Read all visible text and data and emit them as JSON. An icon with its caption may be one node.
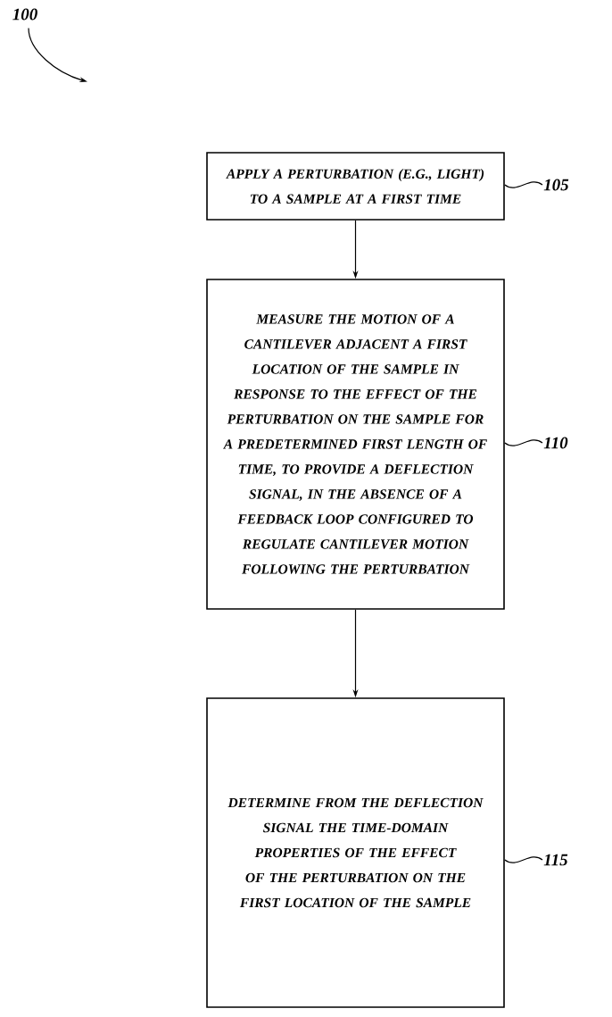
{
  "diagram": {
    "nodes": [
      {
        "text": [
          "APPLY A PERTURBATION (E.G., LIGHT) TO A SAMPLE AT A FIRST TIME"
        ]
      },
      {
        "text": [
          "MEASURE THE MOTION OF A CANTILEVER ADJACENT A FIRST LOCATION OF THE SAMPLE IN RESPONSE TO THE EFFECT OF THE PERTURBATION ON THE SAMPLE FOR A PREDETERMINED FIRST LENGTH OF TIME, TO PROVIDE A DEFLECTION SIGNAL, IN THE ABSENCE OF A FEEDBACK LOOP CONFIGURED TO REGULATE CANTILEVER MOTION FOLLOWING THE PERTURBATION"
        ]
      },
      {
        "text": [
          "DETERMINE FROM THE DEFLECTION SIGNAL THE TIME-DOMAIN PROPERTIES OF THE EFFECT OF THE PERTURBATION ON THE FIRST LOCATION OF THE SAMPLE"
        ]
      },
      {
        "text": [
          "105"
        ]
      },
      {
        "text": [
          "110"
        ]
      },
      {
        "text": [
          "115"
        ]
      },
      {
        "text": [
          "100"
        ]
      }
    ],
    "edges": [
      {
        "from": 0,
        "to": 1,
        "arrow": "to"
      },
      {
        "from": 1,
        "to": 2,
        "arrow": "to"
      },
      {
        "from": 3,
        "to": 0,
        "arrow": "none"
      },
      {
        "from": 4,
        "to": 1,
        "arrow": "none"
      },
      {
        "from": 5,
        "to": 2,
        "arrow": "none"
      },
      {
        "from": 6,
        "to": null,
        "arrow": "to"
      }
    ]
  }
}
